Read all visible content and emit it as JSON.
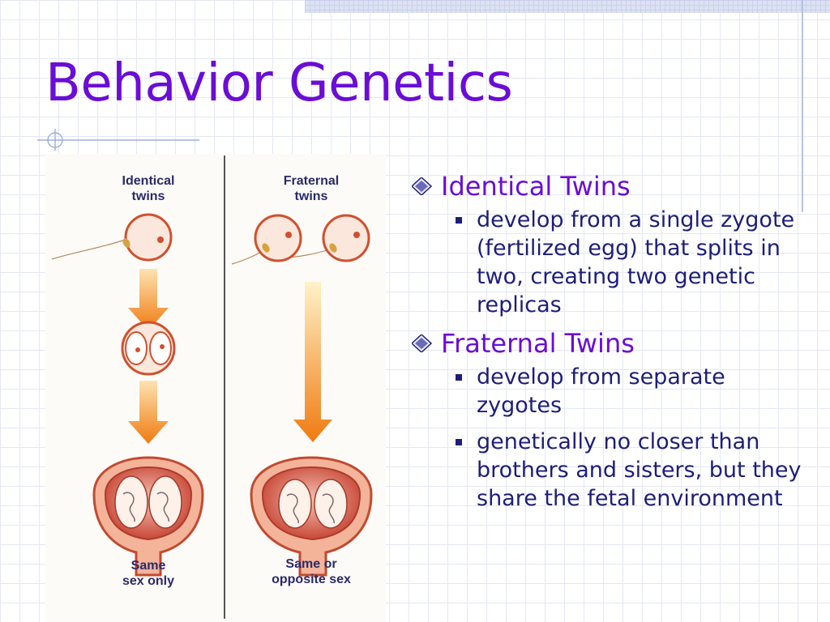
{
  "slide": {
    "title": "Behavior Genetics"
  },
  "figure": {
    "identical_header": "Identical\ntwins",
    "fraternal_header": "Fraternal\ntwins",
    "identical_footer": "Same\nsex only",
    "fraternal_footer": "Same or\nopposite sex"
  },
  "bullets": [
    {
      "text": "Identical Twins",
      "sub": [
        "develop from a single zygote (fertilized egg) that splits in two, creating two genetic replicas"
      ]
    },
    {
      "text": "Fraternal Twins",
      "sub": [
        "develop from separate zygotes",
        "genetically no closer than brothers and sisters, but they share the fetal environment"
      ]
    }
  ],
  "colors": {
    "title": "#6a0dd6",
    "body_text": "#1e1e78",
    "arrow": "#f07a10"
  }
}
